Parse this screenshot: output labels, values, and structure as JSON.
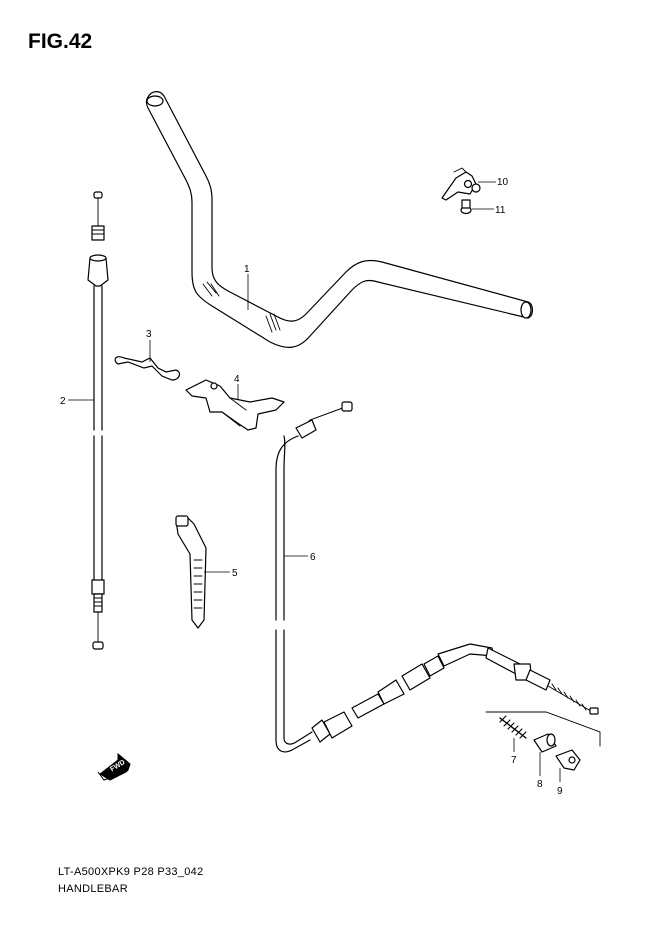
{
  "figure_title": "FIG.42",
  "footer": {
    "model_code": "LT-A500XPK9 P28 P33_042",
    "section_name": "HANDLEBAR"
  },
  "direction_arrow_label": "FWD",
  "callouts": [
    {
      "id": "1",
      "part": "handlebar"
    },
    {
      "id": "2",
      "part": "cable"
    },
    {
      "id": "3",
      "part": "clip"
    },
    {
      "id": "4",
      "part": "holder"
    },
    {
      "id": "5",
      "part": "cable-tie"
    },
    {
      "id": "6",
      "part": "cable"
    },
    {
      "id": "7",
      "part": "spring"
    },
    {
      "id": "8",
      "part": "cap"
    },
    {
      "id": "9",
      "part": "clamp"
    },
    {
      "id": "10",
      "part": "bracket"
    },
    {
      "id": "11",
      "part": "bolt"
    }
  ]
}
